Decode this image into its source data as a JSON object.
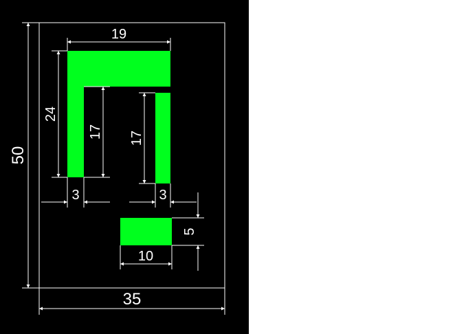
{
  "colors": {
    "background": "#000000",
    "lines": "#ffffff",
    "fill": "#00ff1e",
    "page": "#ffffff"
  },
  "dimensions": {
    "total_width": "35",
    "total_height": "50",
    "top_width": "19",
    "left_height": "24",
    "inner_left_height": "17",
    "right_bar_height": "17",
    "left_thickness": "3",
    "right_thickness": "3",
    "small_height": "5",
    "small_width": "10"
  }
}
